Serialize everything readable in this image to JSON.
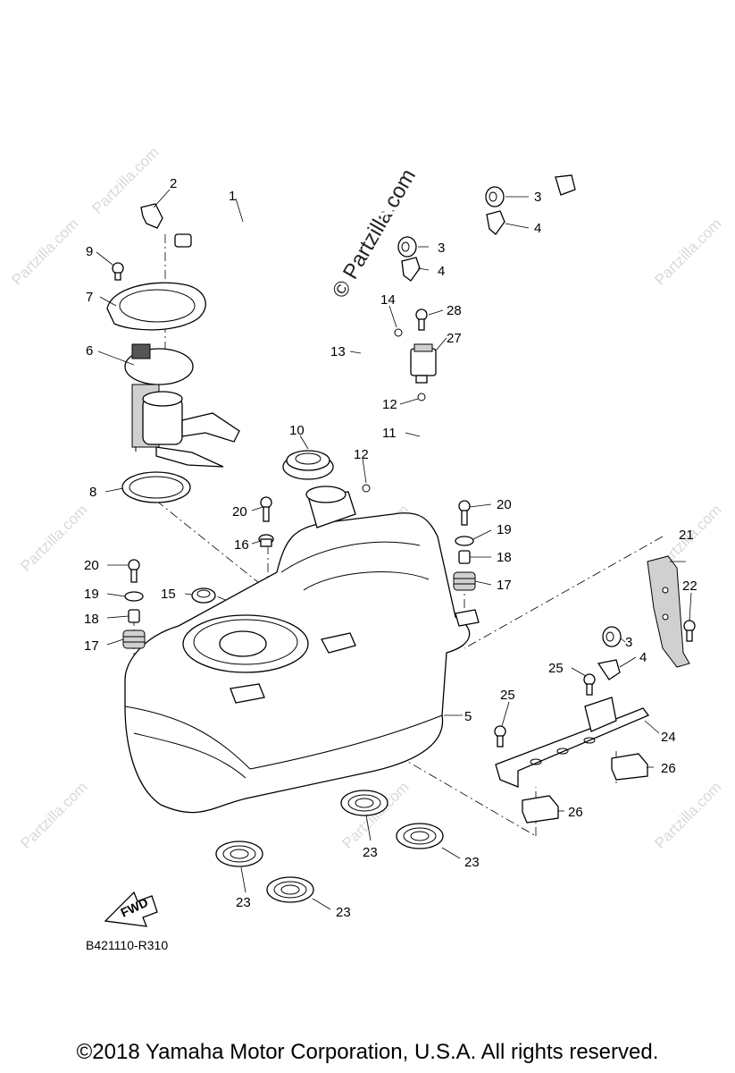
{
  "watermark": {
    "site": "Partzilla.com",
    "center_text": "© Partzilla.com"
  },
  "callouts": {
    "c1": "1",
    "c2": "2",
    "c3a": "3",
    "c3b": "3",
    "c3c": "3",
    "c4a": "4",
    "c4b": "4",
    "c4c": "4",
    "c5": "5",
    "c6": "6",
    "c7": "7",
    "c8": "8",
    "c9": "9",
    "c10": "10",
    "c11": "11",
    "c12a": "12",
    "c12b": "12",
    "c13": "13",
    "c14": "14",
    "c15": "15",
    "c16": "16",
    "c17a": "17",
    "c17b": "17",
    "c18a": "18",
    "c18b": "18",
    "c19a": "19",
    "c19b": "19",
    "c20a": "20",
    "c20b": "20",
    "c20c": "20",
    "c21": "21",
    "c22": "22",
    "c23a": "23",
    "c23b": "23",
    "c23c": "23",
    "c23d": "23",
    "c24": "24",
    "c25a": "25",
    "c25b": "25",
    "c26a": "26",
    "c26b": "26",
    "c27": "27",
    "c28": "28"
  },
  "fwd_label": "FWD",
  "diagram_code": "B421110-R310",
  "copyright": "©2018  Yamaha Motor Corporation, U.S.A. All rights reserved."
}
